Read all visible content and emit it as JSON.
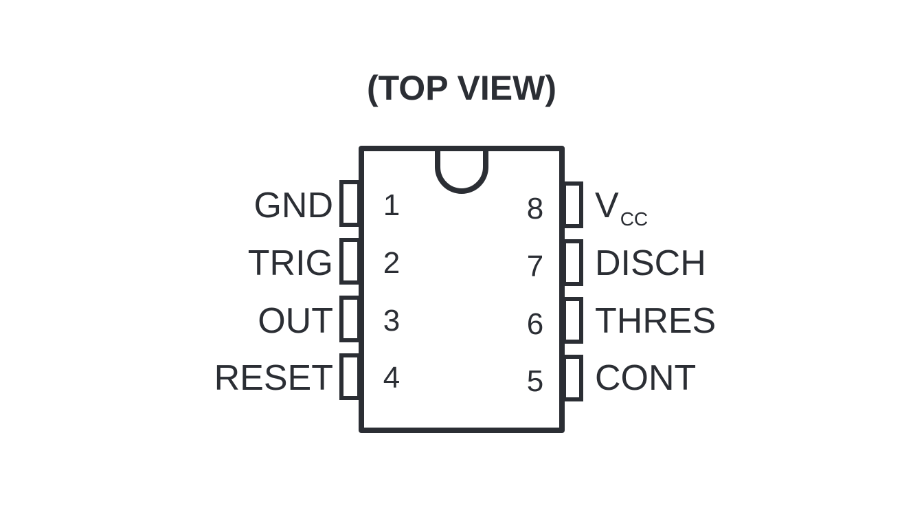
{
  "title": "(TOP VIEW)",
  "colors": {
    "ink": "#2b2e34",
    "background": "#ffffff"
  },
  "left_pins": [
    {
      "number": "1",
      "label": "GND"
    },
    {
      "number": "2",
      "label": "TRIG"
    },
    {
      "number": "3",
      "label": "OUT"
    },
    {
      "number": "4",
      "label": "RESET"
    }
  ],
  "right_pins": [
    {
      "number": "8",
      "label": "V",
      "subscript": "CC"
    },
    {
      "number": "7",
      "label": "DISCH"
    },
    {
      "number": "6",
      "label": "THRES"
    },
    {
      "number": "5",
      "label": "CONT"
    }
  ]
}
